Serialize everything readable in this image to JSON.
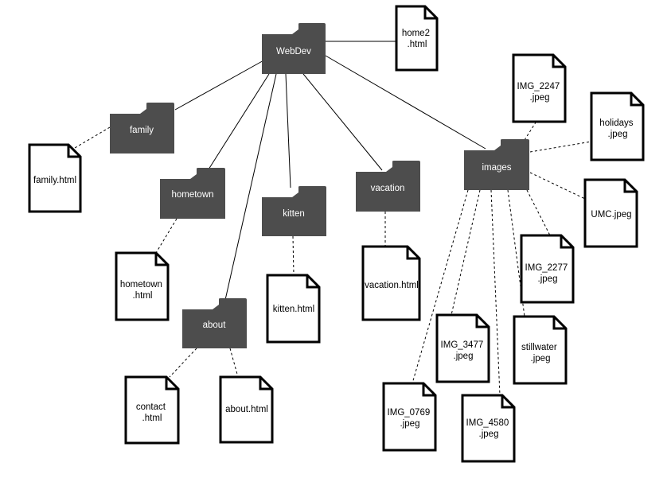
{
  "folders": {
    "webdev": "WebDev",
    "family": "family",
    "hometown": "hometown",
    "kitten": "kitten",
    "vacation": "vacation",
    "images": "images",
    "about": "about"
  },
  "files": {
    "home2": [
      "home2",
      ".html"
    ],
    "family_html": [
      "family.html"
    ],
    "hometown_html": [
      "hometown",
      ".html"
    ],
    "kitten_html": [
      "kitten.html"
    ],
    "vacation_html": [
      "vacation.html"
    ],
    "contact_html": [
      "contact",
      ".html"
    ],
    "about_html": [
      "about.html"
    ],
    "img_2247": [
      "IMG_2247",
      ".jpeg"
    ],
    "holidays": [
      "holidays",
      ".jpeg"
    ],
    "umc": [
      "UMC.jpeg"
    ],
    "img_2277": [
      "IMG_2277",
      ".jpeg"
    ],
    "stillwater": [
      "stillwater",
      ".jpeg"
    ],
    "img_3477": [
      "IMG_3477",
      ".jpeg"
    ],
    "img_4580": [
      "IMG_4580",
      ".jpeg"
    ],
    "img_0769": [
      "IMG_0769",
      ".jpeg"
    ]
  },
  "colors": {
    "folder_fill": "#4d4d4d",
    "folder_text": "#ffffff",
    "file_stroke": "#000000",
    "edge": "#000000"
  }
}
